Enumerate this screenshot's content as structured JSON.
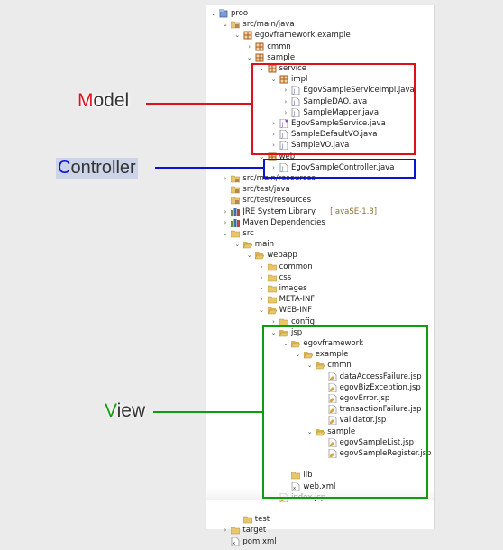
{
  "tree": [
    {
      "label": "proo",
      "depth": 0,
      "twisty": "open",
      "icon": "project-icon"
    },
    {
      "label": "src/main/java",
      "depth": 1,
      "twisty": "open",
      "icon": "source-folder-icon"
    },
    {
      "label": "egovframework.example",
      "depth": 2,
      "twisty": "open",
      "icon": "package-icon"
    },
    {
      "label": "cmmn",
      "depth": 3,
      "twisty": "closed",
      "icon": "package-icon"
    },
    {
      "label": "sample",
      "depth": 3,
      "twisty": "open",
      "icon": "package-icon"
    },
    {
      "label": "service",
      "depth": 4,
      "twisty": "open",
      "icon": "package-icon"
    },
    {
      "label": "impl",
      "depth": 5,
      "twisty": "open",
      "icon": "package-icon"
    },
    {
      "label": "EgovSampleServiceImpl.java",
      "depth": 6,
      "twisty": "closed",
      "icon": "java-file-icon"
    },
    {
      "label": "SampleDAO.java",
      "depth": 6,
      "twisty": "closed",
      "icon": "java-file-icon"
    },
    {
      "label": "SampleMapper.java",
      "depth": 6,
      "twisty": "closed",
      "icon": "java-file-icon"
    },
    {
      "label": "EgovSampleService.java",
      "depth": 5,
      "twisty": "closed",
      "icon": "java-interface-icon"
    },
    {
      "label": "SampleDefaultVO.java",
      "depth": 5,
      "twisty": "closed",
      "icon": "java-file-icon"
    },
    {
      "label": "SampleVO.java",
      "depth": 5,
      "twisty": "closed",
      "icon": "java-file-icon"
    },
    {
      "label": "web",
      "depth": 4,
      "twisty": "open",
      "icon": "package-icon"
    },
    {
      "label": "EgovSampleController.java",
      "depth": 5,
      "twisty": "closed",
      "icon": "java-file-icon"
    },
    {
      "label": "src/main/resources",
      "depth": 1,
      "twisty": "closed",
      "icon": "source-folder-icon"
    },
    {
      "label": "src/test/java",
      "depth": 1,
      "twisty": "none",
      "icon": "source-folder-icon"
    },
    {
      "label": "src/test/resources",
      "depth": 1,
      "twisty": "none",
      "icon": "source-folder-icon"
    },
    {
      "label": "JRE System Library",
      "suffix": "[JavaSE-1.8]",
      "depth": 1,
      "twisty": "closed",
      "icon": "library-icon"
    },
    {
      "label": "Maven Dependencies",
      "depth": 1,
      "twisty": "closed",
      "icon": "library-icon"
    },
    {
      "label": "src",
      "depth": 1,
      "twisty": "open",
      "icon": "folder-icon"
    },
    {
      "label": "main",
      "depth": 2,
      "twisty": "open",
      "icon": "folder-open-icon"
    },
    {
      "label": "webapp",
      "depth": 3,
      "twisty": "open",
      "icon": "folder-open-icon"
    },
    {
      "label": "common",
      "depth": 4,
      "twisty": "closed",
      "icon": "folder-icon"
    },
    {
      "label": "css",
      "depth": 4,
      "twisty": "closed",
      "icon": "folder-icon"
    },
    {
      "label": "images",
      "depth": 4,
      "twisty": "closed",
      "icon": "folder-icon"
    },
    {
      "label": "META-INF",
      "depth": 4,
      "twisty": "closed",
      "icon": "folder-icon"
    },
    {
      "label": "WEB-INF",
      "depth": 4,
      "twisty": "open",
      "icon": "folder-open-icon"
    },
    {
      "label": "config",
      "depth": 5,
      "twisty": "closed",
      "icon": "folder-icon"
    },
    {
      "label": "jsp",
      "depth": 5,
      "twisty": "open",
      "icon": "folder-open-icon"
    },
    {
      "label": "egovframework",
      "depth": 6,
      "twisty": "open",
      "icon": "folder-open-icon"
    },
    {
      "label": "example",
      "depth": 7,
      "twisty": "open",
      "icon": "folder-open-icon"
    },
    {
      "label": "cmmn",
      "depth": 8,
      "twisty": "open",
      "icon": "folder-open-icon"
    },
    {
      "label": "dataAccessFailure.jsp",
      "depth": 9,
      "twisty": "none",
      "icon": "jsp-file-icon"
    },
    {
      "label": "egovBizException.jsp",
      "depth": 9,
      "twisty": "none",
      "icon": "jsp-file-icon"
    },
    {
      "label": "egovError.jsp",
      "depth": 9,
      "twisty": "none",
      "icon": "jsp-file-icon"
    },
    {
      "label": "transactionFailure.jsp",
      "depth": 9,
      "twisty": "none",
      "icon": "jsp-file-icon"
    },
    {
      "label": "validator.jsp",
      "depth": 9,
      "twisty": "none",
      "icon": "jsp-file-icon"
    },
    {
      "label": "sample",
      "depth": 8,
      "twisty": "open",
      "icon": "folder-open-icon"
    },
    {
      "label": "egovSampleList.jsp",
      "depth": 9,
      "twisty": "none",
      "icon": "jsp-file-icon"
    },
    {
      "label": "egovSampleRegister.jsp",
      "depth": 9,
      "twisty": "none",
      "icon": "jsp-file-icon"
    },
    {
      "label": "",
      "depth": 0,
      "twisty": "none",
      "icon": "none"
    },
    {
      "label": "lib",
      "depth": 6,
      "twisty": "none",
      "icon": "folder-icon"
    },
    {
      "label": "web.xml",
      "depth": 6,
      "twisty": "none",
      "icon": "xml-file-icon"
    },
    {
      "label": "index.jsp",
      "depth": 5,
      "twisty": "none",
      "icon": "jsp-file-icon"
    },
    {
      "label": "",
      "depth": 0,
      "twisty": "none",
      "icon": "none"
    },
    {
      "label": "test",
      "depth": 2,
      "twisty": "none",
      "icon": "folder-icon"
    },
    {
      "label": "target",
      "depth": 1,
      "twisty": "closed",
      "icon": "folder-icon"
    },
    {
      "label": "pom.xml",
      "depth": 1,
      "twisty": "none",
      "icon": "xml-file-icon"
    }
  ],
  "annotations": {
    "model": {
      "initial": "M",
      "rest": "odel"
    },
    "controller": {
      "initial": "C",
      "rest": "ontroller"
    },
    "view": {
      "initial": "V",
      "rest": "iew"
    }
  },
  "colors": {
    "model": "#e0101a",
    "controller": "#0a12d8",
    "view": "#109c10",
    "package": "#a85a1e",
    "folder": "#e8c76a",
    "java": "#5a7fc0"
  }
}
